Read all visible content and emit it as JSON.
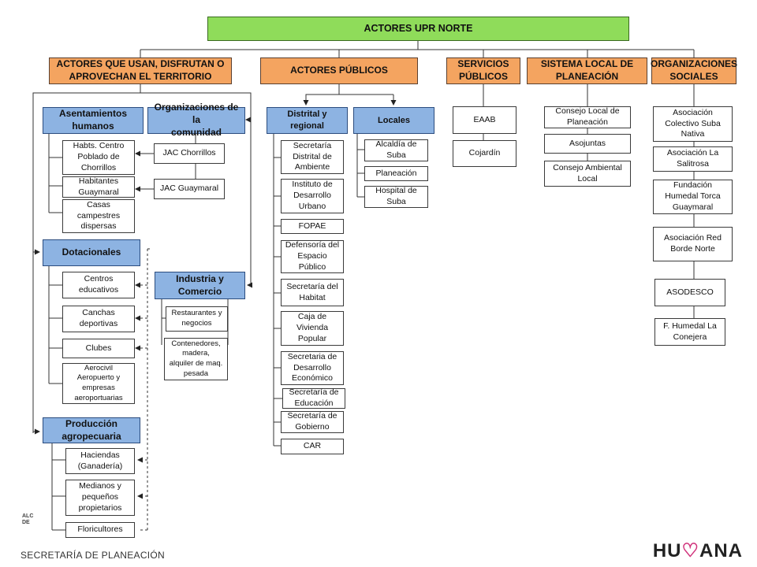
{
  "title": "ACTORES UPR NORTE",
  "categories": {
    "territorio": "ACTORES QUE USAN, DISFRUTAN O\nAPROVECHAN EL TERRITORIO",
    "publicos": "ACTORES PÚBLICOS",
    "servicios": "SERVICIOS\nPÚBLICOS",
    "sistema": "SISTEMA LOCAL DE\nPLANEACIÓN",
    "sociales": "ORGANIZACIONES\nSOCIALES"
  },
  "asentamientos": {
    "header": "Asentamientos\nhumanos",
    "items": [
      "Habts. Centro\nPoblado de\nChorrillos",
      "Habitantes\nGuaymaral",
      "Casas\ncampestres\ndispersas"
    ]
  },
  "organizaciones_comunidad": {
    "header": "Organizaciones de la\ncomunidad",
    "items": [
      "JAC Chorrillos",
      "JAC Guaymaral"
    ]
  },
  "dotacionales": {
    "header": "Dotacionales",
    "items": [
      "Centros\neducativos",
      "Canchas\ndeportivas",
      "Clubes",
      "Aerocivil\nAeropuerto y\nempresas\naeroportuarias"
    ]
  },
  "industria": {
    "header": "Industria y\nComercio",
    "items": [
      "Restaurantes y\nnegocios",
      "Contenedores,\nmadera,\nalquiler de maq.\npesada"
    ]
  },
  "produccion": {
    "header": "Producción\nagropecuaria",
    "items": [
      "Haciendas\n(Ganadería)",
      "Medianos y\npequeños\npropietarios",
      "Floricultores"
    ]
  },
  "distrital": {
    "header": "Distrital y regional",
    "items": [
      "Secretaría\nDistrital de\nAmbiente",
      "Instituto de\nDesarrollo\nUrbano",
      "FOPAE",
      "Defensoría del\nEspacio Público",
      "Secretaría del\nHabitat",
      "Caja de\nVivienda\nPopular",
      "Secretaria de\nDesarrollo\nEconómico",
      "Secretaría de\nEducación",
      "Secretaría de\nGobierno",
      "CAR"
    ]
  },
  "locales": {
    "header": "Locales",
    "items": [
      "Alcaldía de\nSuba",
      "Planeación",
      "Hospital de\nSuba"
    ]
  },
  "servicios_items": [
    "EAAB",
    "Cojardín"
  ],
  "sistema_items": [
    "Consejo Local de\nPlaneación",
    "Asojuntas",
    "Consejo Ambiental\nLocal"
  ],
  "sociales_items": [
    "Asociación\nColectivo Suba\nNativa",
    "Asociación La\nSalitrosa",
    "Fundación\nHumedal Torca\nGuaymaral",
    "Asociación Red\nBorde Norte",
    "ASODESCO",
    "F. Humedal La\nConejera"
  ],
  "footer": {
    "label": "SECRETARÍA DE PLANEACIÓN",
    "brand_left": "HU",
    "brand_heart": "♡",
    "brand_right": "ANA",
    "edge_text": "ALC\nDE"
  },
  "colors": {
    "title_green": "#8fdc5a",
    "category_orange": "#f4a460",
    "group_blue": "#8db3e2"
  }
}
